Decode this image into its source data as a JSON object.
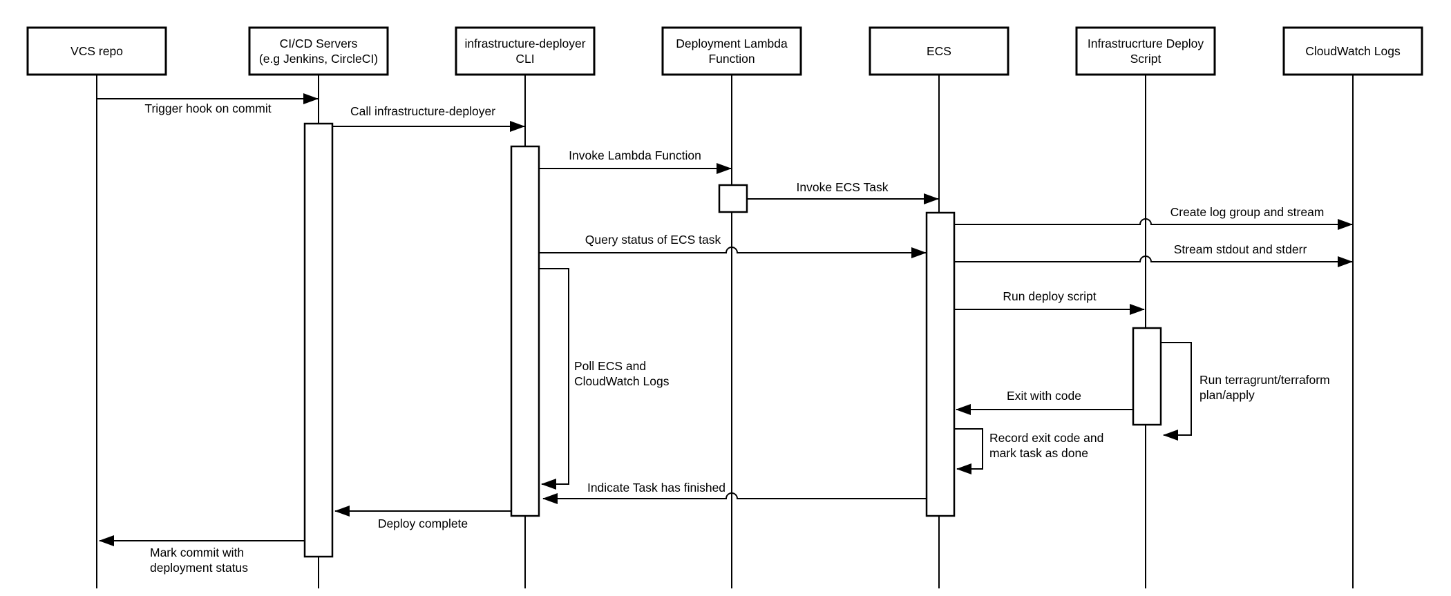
{
  "diagram": {
    "title": "infrastructure-deployer CI/CD deployment sequence",
    "type": "uml-sequence-diagram",
    "background_color": "#ffffff",
    "line_color": "#000000",
    "text_color": "#000000"
  },
  "participants": [
    {
      "id": "vcs-repo",
      "lines": [
        "VCS repo"
      ]
    },
    {
      "id": "cicd-servers",
      "lines": [
        "CI/CD Servers",
        "(e.g Jenkins, CircleCI)"
      ]
    },
    {
      "id": "infrastructure-deployer-cli",
      "lines": [
        "infrastructure-deployer",
        "CLI"
      ]
    },
    {
      "id": "deployment-lambda-function",
      "lines": [
        "Deployment Lambda",
        "Function"
      ]
    },
    {
      "id": "ecs",
      "lines": [
        "ECS"
      ]
    },
    {
      "id": "infrastructure-deploy-script",
      "lines": [
        "Infrastrucrture Deploy",
        "Script"
      ]
    },
    {
      "id": "cloudwatch-logs",
      "lines": [
        "CloudWatch Logs"
      ]
    }
  ],
  "messages": [
    {
      "from": "vcs-repo",
      "to": "cicd-servers",
      "lines": [
        "Trigger hook on commit"
      ]
    },
    {
      "from": "cicd-servers",
      "to": "infrastructure-deployer-cli",
      "lines": [
        "Call infrastructure-deployer"
      ]
    },
    {
      "from": "infrastructure-deployer-cli",
      "to": "deployment-lambda-function",
      "lines": [
        "Invoke Lambda Function"
      ]
    },
    {
      "from": "deployment-lambda-function",
      "to": "ecs",
      "lines": [
        "Invoke ECS Task"
      ]
    },
    {
      "from": "ecs",
      "to": "cloudwatch-logs",
      "lines": [
        "Create log group and stream"
      ]
    },
    {
      "from": "infrastructure-deployer-cli",
      "to": "ecs",
      "lines": [
        "Query status of ECS task"
      ]
    },
    {
      "from": "ecs",
      "to": "cloudwatch-logs",
      "lines": [
        "Stream stdout and stderr"
      ]
    },
    {
      "from": "ecs",
      "to": "infrastructure-deploy-script",
      "lines": [
        "Run deploy script"
      ]
    },
    {
      "from": "infrastructure-deploy-script",
      "to": "infrastructure-deploy-script",
      "lines": [
        "Run terragrunt/terraform",
        "plan/apply"
      ]
    },
    {
      "from": "infrastructure-deploy-script",
      "to": "ecs",
      "lines": [
        "Exit with code"
      ]
    },
    {
      "from": "ecs",
      "to": "ecs",
      "lines": [
        "Record exit code and",
        "mark task as done"
      ]
    },
    {
      "from": "infrastructure-deployer-cli",
      "to": "infrastructure-deployer-cli",
      "lines": [
        "Poll ECS and",
        "CloudWatch Logs"
      ]
    },
    {
      "from": "ecs",
      "to": "infrastructure-deployer-cli",
      "lines": [
        "Indicate Task has finished"
      ]
    },
    {
      "from": "infrastructure-deployer-cli",
      "to": "cicd-servers",
      "lines": [
        "Deploy complete"
      ]
    },
    {
      "from": "cicd-servers",
      "to": "vcs-repo",
      "lines": [
        "Mark commit with",
        "deployment status"
      ]
    }
  ]
}
